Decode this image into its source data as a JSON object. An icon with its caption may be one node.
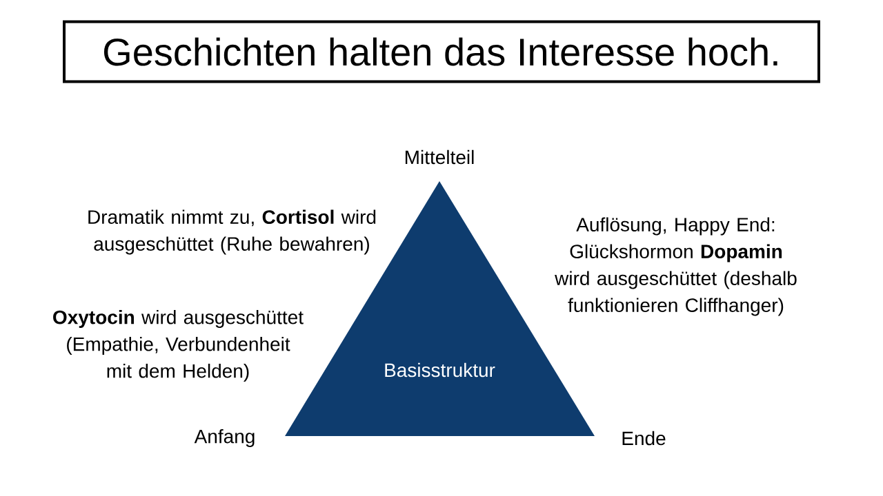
{
  "diagram": {
    "title": "Geschichten halten das Interesse hoch.",
    "nodes": [
      {
        "text": [
          "Basisstruktur"
        ]
      }
    ],
    "labels": [
      "Mittelteil",
      "Dramatik nimmt zu, **Cortisol** wird ausgeschüttet (Ruhe bewahren)",
      "Auflösung, Happy End: Glückshormon **Dopamin** wird ausgeschüttet (deshalb funktionieren Cliffhanger)",
      "**Oxytocin** wird ausgeschüttet (Empathie, Verbundenheit mit dem Helden)",
      "Anfang",
      "Ende"
    ]
  }
}
